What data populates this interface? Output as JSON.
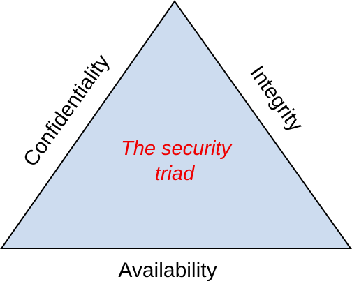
{
  "diagram": {
    "center_text_line1": "The security",
    "center_text_line2": "triad",
    "left_edge_label": "Confidentiality",
    "right_edge_label": "Integrity",
    "bottom_label": "Availability"
  },
  "colors": {
    "triangle_fill": "#cddcef",
    "triangle_stroke": "#000000",
    "label_text": "#000000",
    "center_text": "#ee0000"
  }
}
